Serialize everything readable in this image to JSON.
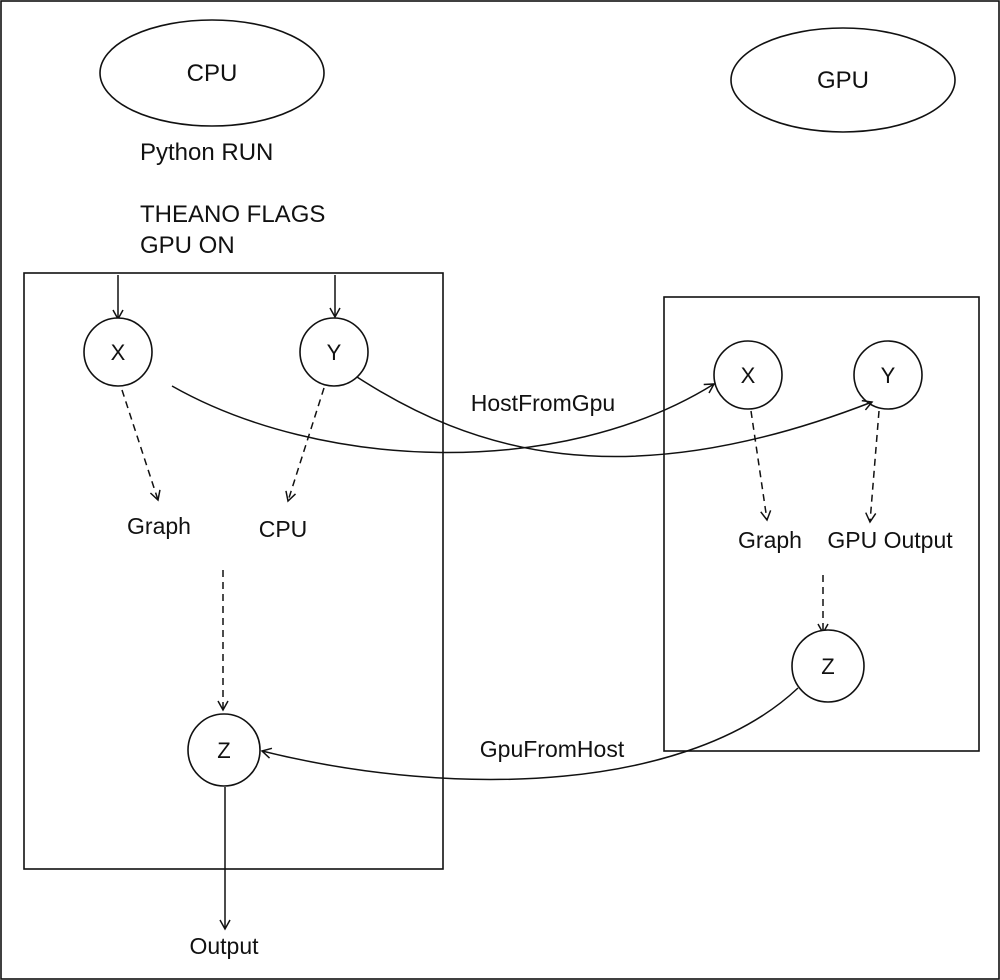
{
  "processors": {
    "cpu": "CPU",
    "gpu": "GPU"
  },
  "run_text": "Python RUN",
  "flags": {
    "line1": "THEANO FLAGS",
    "line2": "GPU ON"
  },
  "cpu_box": {
    "node_x": "X",
    "node_y": "Y",
    "node_z": "Z",
    "graph_label": "Graph",
    "cpu_label": "CPU"
  },
  "gpu_box": {
    "node_x": "X",
    "node_y": "Y",
    "node_z": "Z",
    "graph_label": "Graph",
    "output_label": "GPU Output"
  },
  "transfers": {
    "host_from_gpu": "HostFromGpu",
    "gpu_from_host": "GpuFromHost"
  },
  "output_label": "Output"
}
